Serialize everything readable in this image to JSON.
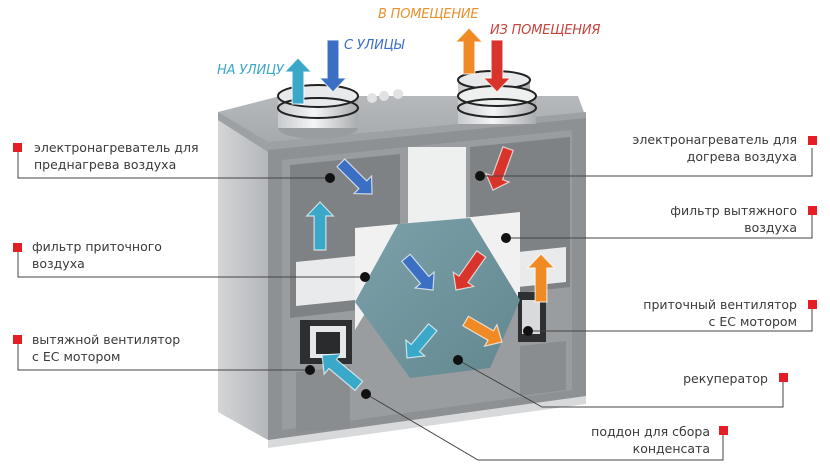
{
  "diagram": {
    "title": "Приточно-вытяжная установка с рекуператором",
    "flows": [
      {
        "id": "to-street",
        "label": "НА УЛИЦУ",
        "direction": "up",
        "color": "#3aa8c8"
      },
      {
        "id": "from-street",
        "label": "С УЛИЦЫ",
        "direction": "down",
        "color": "#3b6fc4"
      },
      {
        "id": "to-room",
        "label": "В ПОМЕЩЕНИЕ",
        "direction": "up",
        "color": "#f08a24"
      },
      {
        "id": "from-room",
        "label": "ИЗ ПОМЕЩЕНИЯ",
        "direction": "down",
        "color": "#d9342b"
      }
    ],
    "components_left": [
      {
        "id": "preheater",
        "line1": "электронагреватель для",
        "line2": "преднагрева воздуха"
      },
      {
        "id": "supply-filter",
        "line1": "фильтр приточного",
        "line2": "воздуха"
      },
      {
        "id": "exhaust-fan",
        "line1": "вытяжной  вентилятор",
        "line2": "с ЕС мотором"
      }
    ],
    "components_right": [
      {
        "id": "reheater",
        "line1": "электронагреватель для",
        "line2": "догрева воздуха"
      },
      {
        "id": "exhaust-filter",
        "line1": "фильтр вытяжного",
        "line2": "воздуха"
      },
      {
        "id": "supply-fan",
        "line1": "приточный вентилятор",
        "line2": "с ЕС мотором"
      },
      {
        "id": "recuperator",
        "line1": "рекуператор",
        "line2": ""
      },
      {
        "id": "condensate-tray",
        "line1": "поддон для сбора",
        "line2": "конденсата"
      }
    ],
    "colors": {
      "marker": "#e31e24",
      "text": "#3a3a3a",
      "leader": "#444444",
      "housing": "#b9bcbf",
      "exchanger": "#6f939c"
    }
  }
}
